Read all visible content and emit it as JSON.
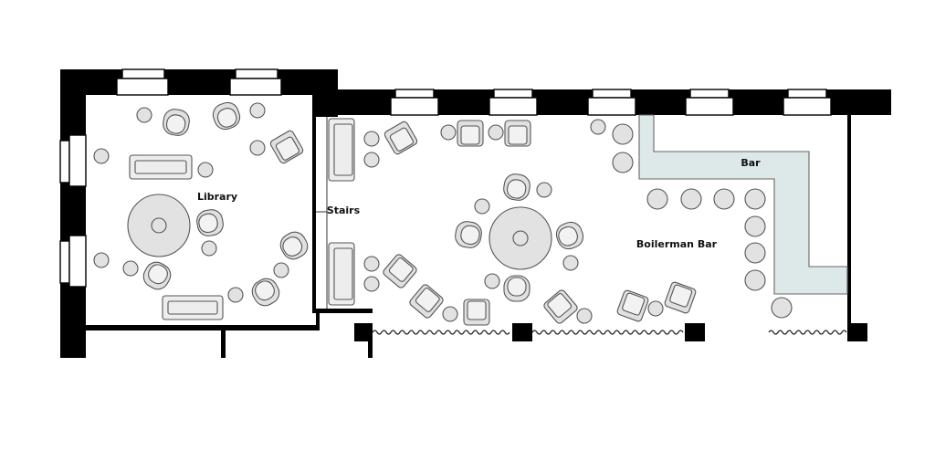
{
  "rooms": {
    "library": "Library",
    "stairs": "Stairs",
    "boilerman_bar": "Boilerman Bar",
    "bar": "Bar"
  },
  "colors": {
    "wall": "#000000",
    "furniture_fill": "#e2e2e2",
    "furniture_stroke": "#555555",
    "bar_counter": "#dde9e8",
    "background": "#ffffff"
  }
}
